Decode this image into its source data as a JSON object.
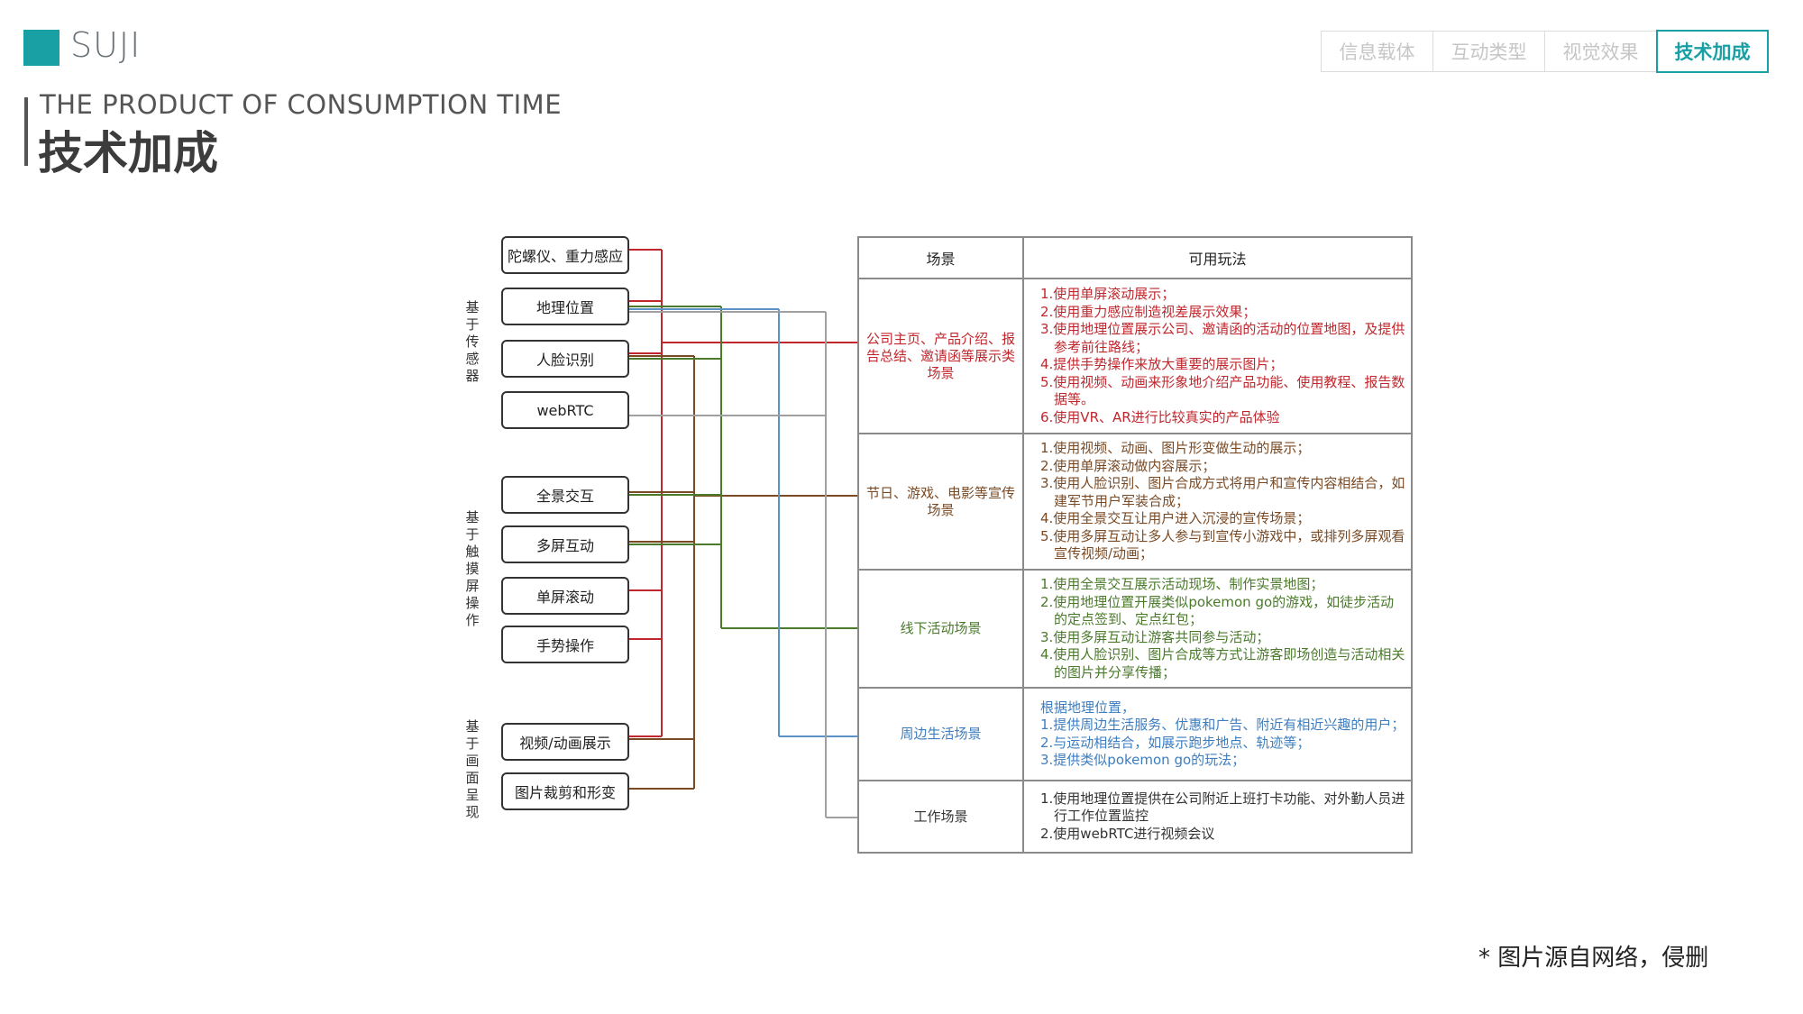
{
  "brand": {
    "name": "SUJI",
    "accent": "#19a0a4"
  },
  "header": {
    "subtitle": "THE PRODUCT OF CONSUMPTION TIME",
    "title": "技术加成"
  },
  "tabs": [
    {
      "label": "信息载体",
      "active": false
    },
    {
      "label": "互动类型",
      "active": false
    },
    {
      "label": "视觉效果",
      "active": false
    },
    {
      "label": "技术加成",
      "active": true
    }
  ],
  "groups": [
    {
      "label": "基于传感器"
    },
    {
      "label": "基于触摸屏操作"
    },
    {
      "label": "基于画面呈现"
    }
  ],
  "tech": [
    "陀螺仪、重力感应",
    "地理位置",
    "人脸识别",
    "webRTC",
    "全景交互",
    "多屏互动",
    "单屏滚动",
    "手势操作",
    "视频/动画展示",
    "图片裁剪和形变"
  ],
  "table": {
    "headers": [
      "场景",
      "可用玩法"
    ],
    "rows": [
      {
        "scene": "公司主页、产品介绍、报告总结、邀请函等展示类场景",
        "color": "#c0272d",
        "items": [
          "1.使用单屏滚动展示；",
          "2.使用重力感应制造视差展示效果；",
          "3.使用地理位置展示公司、邀请函的活动的位置地图，及提供参考前往路线；",
          "4.提供手势操作来放大重要的展示图片；",
          "5.使用视频、动画来形象地介绍产品功能、使用教程、报告数据等。",
          "6.使用VR、AR进行比较真实的产品体验"
        ]
      },
      {
        "scene": "节日、游戏、电影等宣传场景",
        "color": "#7a4a24",
        "items": [
          "1.使用视频、动画、图片形变做生动的展示；",
          "2.使用单屏滚动做内容展示；",
          "3.使用人脸识别、图片合成方式将用户和宣传内容相结合，如建军节用户军装合成；",
          "4.使用全景交互让用户进入沉浸的宣传场景；",
          "5.使用多屏互动让多人参与到宣传小游戏中，或排列多屏观看宣传视频/动画；"
        ]
      },
      {
        "scene": "线下活动场景",
        "color": "#4a7a2a",
        "items": [
          "1.使用全景交互展示活动现场、制作实景地图；",
          "2.使用地理位置开展类似pokemon go的游戏，如徒步活动的定点签到、定点红包；",
          "3.使用多屏互动让游客共同参与活动；",
          "4.使用人脸识别、图片合成等方式让游客即场创造与活动相关的图片并分享传播；"
        ]
      },
      {
        "scene": "周边生活场景",
        "color": "#3d7ec0",
        "items": [
          "根据地理位置，",
          "1.提供周边生活服务、优惠和广告、附近有相近兴趣的用户；",
          "2.与运动相结合，如展示跑步地点、轨迹等；",
          "3.提供类似pokemon go的玩法；"
        ]
      },
      {
        "scene": "工作场景",
        "color": "#333333",
        "items": [
          "1.使用地理位置提供在公司附近上班打卡功能、对外勤人员进行工作位置监控",
          "2.使用webRTC进行视频会议"
        ]
      }
    ]
  },
  "line_colors": {
    "red": "#c0272d",
    "brown": "#7a4a24",
    "green": "#4a7a2a",
    "blue": "#5b93c7",
    "gray": "#a0a0a0"
  },
  "note": "* 图片源自网络，侵删"
}
